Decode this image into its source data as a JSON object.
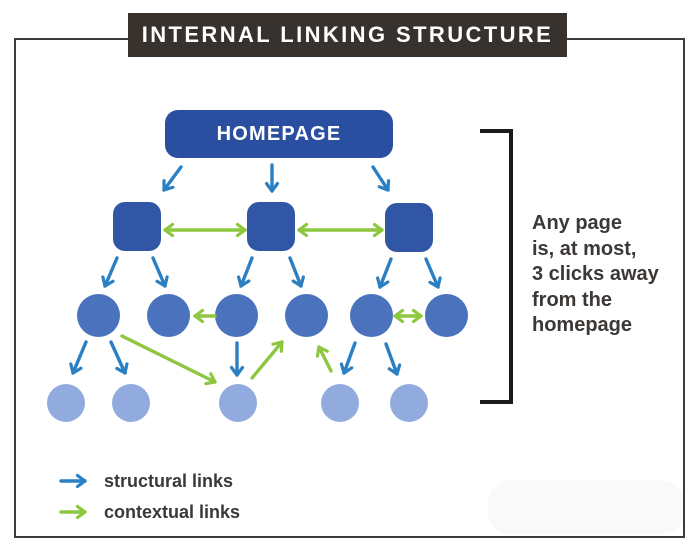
{
  "title": "INTERNAL LINKING STRUCTURE",
  "diagram": {
    "root_label": "HOMEPAGE",
    "levels": [
      {
        "level": 0,
        "shape": "rounded-rectangle",
        "label": "HOMEPAGE",
        "count": 1
      },
      {
        "level": 1,
        "shape": "rounded-square",
        "count": 3
      },
      {
        "level": 2,
        "shape": "circle",
        "count": 6
      },
      {
        "level": 3,
        "shape": "light-circle",
        "count": 5
      }
    ]
  },
  "annotation": {
    "full_text": "Any page is, at most, 3 clicks away from the homepage",
    "lines": [
      "Any page",
      "is, at most,",
      "3 clicks away",
      "from the",
      "homepage"
    ]
  },
  "legend": {
    "items": [
      {
        "label": "structural links",
        "color": "#2b7fc3"
      },
      {
        "label": "contextual links",
        "color": "#8dc63f"
      }
    ]
  },
  "colors": {
    "banner": "#37322e",
    "border": "#3f3b38",
    "node-dark": "#2b4fa0",
    "node-square": "#3156a6",
    "node-circle": "#4a72bd",
    "node-light": "#92abdf",
    "structural": "#2b7fc3",
    "contextual": "#8dc63f",
    "text": "#3b3836"
  }
}
